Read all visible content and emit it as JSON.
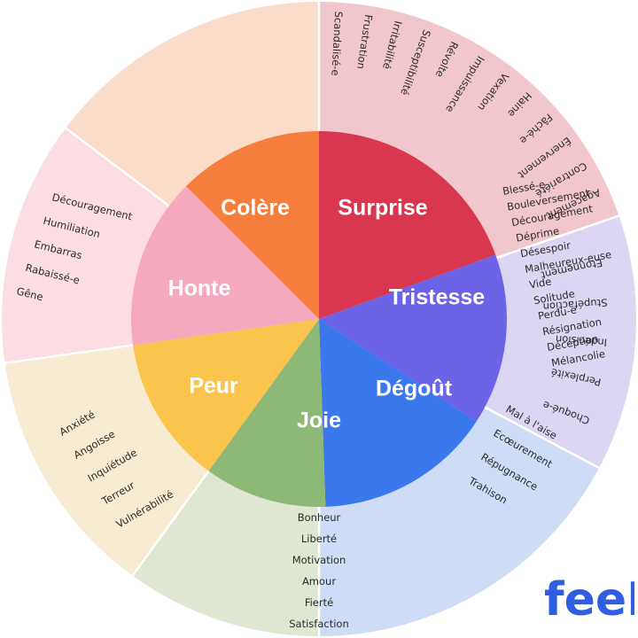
{
  "brand": {
    "name": "feeL",
    "color": "#2f5fe0"
  },
  "emotions": [
    {
      "id": "colere",
      "label": "Colère",
      "core_color": "#d9374f",
      "outer_color": "#f1c6cc",
      "words": [
        "Agacement",
        "Contrariété",
        "Énervement",
        "Fâché-e",
        "Haine",
        "Vexation",
        "Impuissance",
        "Révolte",
        "Susceptibilité",
        "Irritabilité",
        "Frustration",
        "Scandalisé-e"
      ]
    },
    {
      "id": "surprise",
      "label": "Surprise",
      "core_color": "#6c63e6",
      "outer_color": "#ddd6f3",
      "words": [
        "Choqué-e",
        "Perplexité",
        "Indécision",
        "Stupéfaction",
        "Etonnement"
      ]
    },
    {
      "id": "tristesse",
      "label": "Tristesse",
      "core_color": "#3b78ee",
      "outer_color": "#cfdcf6",
      "words": [
        "Blessé-e",
        "Bouleversement",
        "Découragement",
        "Déprime",
        "Désespoir",
        "Malheureux-euse",
        "Vide",
        "Solitude",
        "Perdu-e",
        "Résignation",
        "Déception",
        "Mélancolie"
      ]
    },
    {
      "id": "degout",
      "label": "Dégoût",
      "core_color": "#8eb875",
      "outer_color": "#dfe6d2",
      "words": [
        "Mal à l'aise",
        "Ecœurement",
        "Répugnance",
        "Trahison"
      ]
    },
    {
      "id": "joie",
      "label": "Joie",
      "core_color": "#fbc44c",
      "outer_color": "#f7ecd2",
      "words": [
        "Bonheur",
        "Liberté",
        "Motivation",
        "Amour",
        "Fierté",
        "Satisfaction"
      ]
    },
    {
      "id": "peur",
      "label": "Peur",
      "core_color": "#f6a9be",
      "outer_color": "#fbdde3",
      "words": [
        "Anxiété",
        "Angoisse",
        "Inquiétude",
        "Terreur",
        "Vulnérabilité"
      ]
    },
    {
      "id": "honte",
      "label": "Honte",
      "core_color": "#f57e3c",
      "outer_color": "#fbdcc9",
      "words": [
        "Découragement",
        "Humiliation",
        "Embarras",
        "Rabaissé-e",
        "Gêne"
      ]
    }
  ]
}
